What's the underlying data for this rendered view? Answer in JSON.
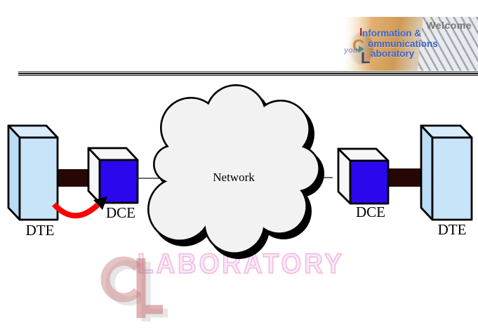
{
  "logo": {
    "welcome": "Welcome",
    "lines": [
      {
        "initial": "I",
        "rest": "nformation &"
      },
      {
        "initial": "C",
        "rest": "ommunications"
      },
      {
        "initial": "L",
        "rest": "aboratory"
      }
    ],
    "tagline": "your"
  },
  "diagram": {
    "labels": {
      "dte_left": "DTE",
      "dce_left": "DCE",
      "network": "Network",
      "dce_right": "DCE",
      "dte_right": "DTE"
    },
    "colors": {
      "dte_front": "#C8E4F9",
      "dte_top": "#D9ECFB",
      "dte_side": "#BBDCF5",
      "dce_front": "#2B07EE",
      "dce_light": "#F7F7F7",
      "cable": "#270606",
      "cloud_fill": "#F2F2F2",
      "cloud_outline": "#000000",
      "link_line": "#3B3B3B",
      "arrow_red": "#FF0000"
    }
  },
  "watermark": {
    "ghost_text": "LABORATORY",
    "monogram": "CL"
  }
}
